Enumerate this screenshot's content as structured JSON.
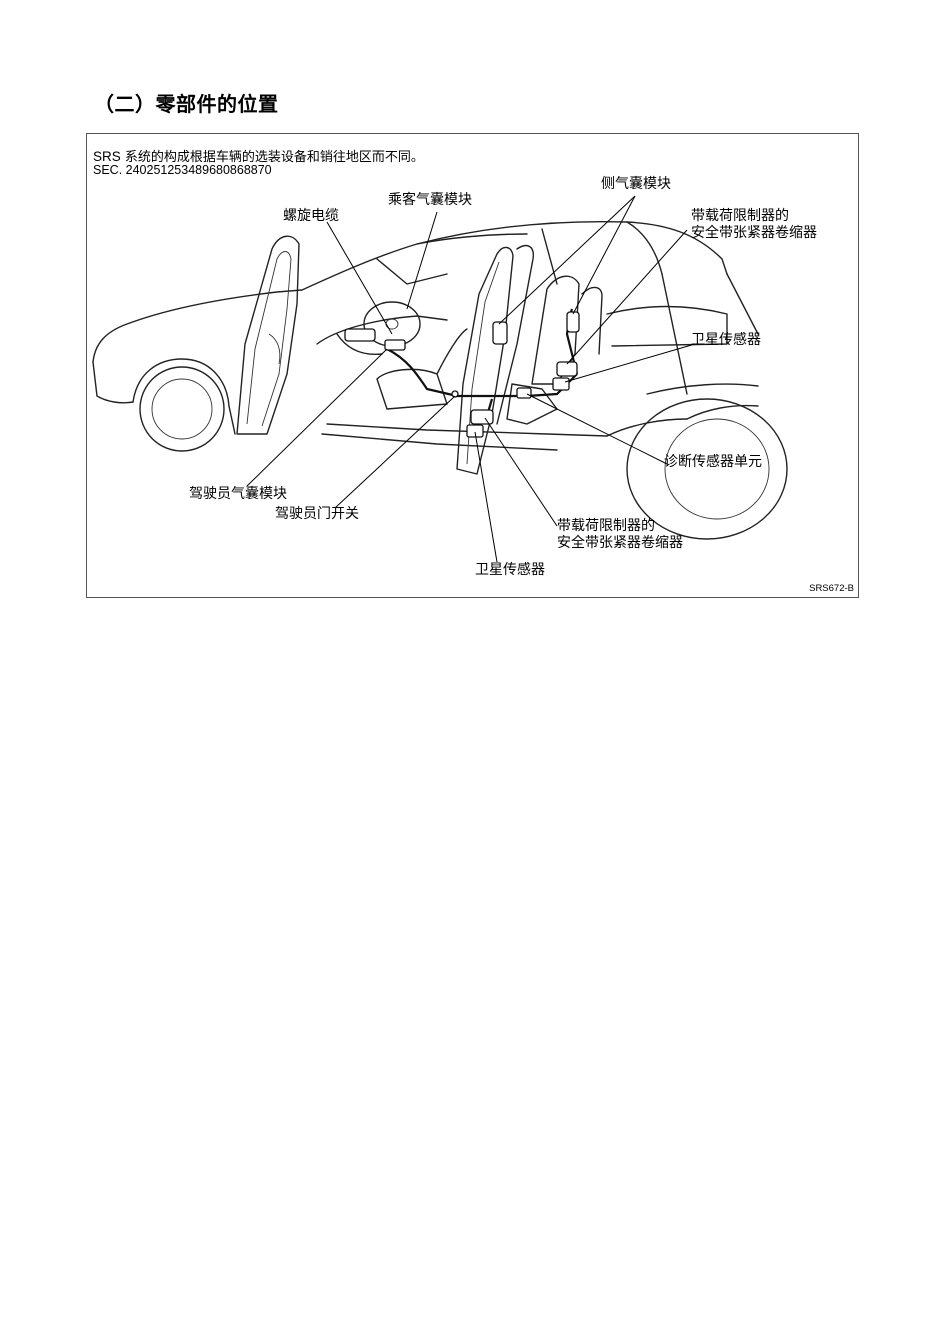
{
  "page": {
    "heading": "（二）零部件的位置"
  },
  "figure": {
    "note_prefix": "SRS",
    "note_text": " 系统的构成根据车辆的选装设备和销往地区而不同。",
    "section_code": "SEC. 240251253489680868870",
    "figure_id": "SRS672-B",
    "labels": {
      "side_airbag": "侧气囊模块",
      "passenger_airbag": "乘客气囊模块",
      "spiral_cable": "螺旋电缆",
      "pretensioner_rear_l1": "带载荷限制器的",
      "pretensioner_rear_l2": "安全带张紧器卷缩器",
      "satellite_sensor_rear": "卫星传感器",
      "diagnosis_unit": "诊断传感器单元",
      "driver_airbag": "驾驶员气囊模块",
      "driver_door_switch": "驾驶员门开关",
      "pretensioner_front_l1": "带载荷限制器的",
      "pretensioner_front_l2": "安全带张紧器卷缩器",
      "satellite_sensor_front": "卫星传感器"
    }
  }
}
